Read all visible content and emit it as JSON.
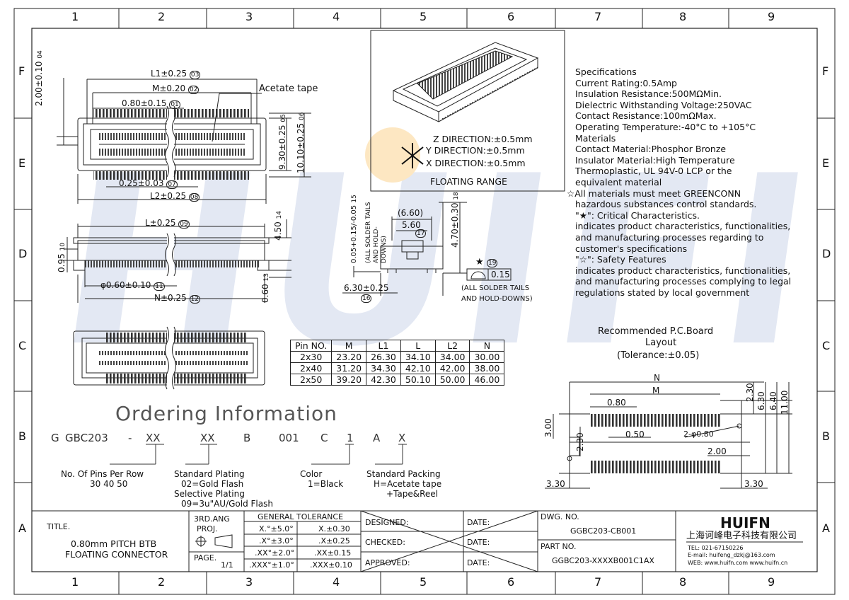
{
  "grid": {
    "columns": [
      "1",
      "2",
      "3",
      "4",
      "5",
      "6",
      "7",
      "8",
      "9"
    ],
    "rows": [
      "F",
      "E",
      "D",
      "C",
      "B",
      "A"
    ]
  },
  "dims": {
    "l1": "L1±0.25",
    "l1_tag": "03",
    "m": "M±0.20",
    "m_tag": "02",
    "pitch": "0.80±0.15",
    "pitch_tag": "01",
    "acetate": "Acetate tape",
    "h2": "2.00±0.10",
    "h2_tag": "04",
    "w930": "9.30±0.25",
    "w930_tag": "05",
    "w1010": "10.10±0.25",
    "w1010_tag": "06",
    "t025": "0.25±0.03",
    "t025_tag": "07",
    "l2": "L2±0.25",
    "l2_tag": "08",
    "l": "L±0.25",
    "l_tag": "09",
    "h450": "4.50",
    "h450_tag": "14",
    "h095": "0.95",
    "h095_tag": "10",
    "dia": "φ0.60±0.10",
    "dia_tag": "11",
    "n": "N±0.25",
    "n_tag": "12",
    "h060": "0.60",
    "h060_tag": "13",
    "s005": "0.05+0.15/-0.05",
    "s005_tag": "15",
    "tails": "(ALL SOLDER TAILS AND HOLD-DOWNS)",
    "s660": "(6.60)",
    "s560": "5.60",
    "s560_tag": "17",
    "s470": "4.70±0.30",
    "s470_tag": "18",
    "s630": "6.30±0.25",
    "s630_tag": "16",
    "flat_tag": "19",
    "flat_val": "0.15",
    "tails2a": "(ALL SOLDER TAILS",
    "tails2b": "AND HOLD-DOWNS)"
  },
  "floating": {
    "z": "Z DIRECTION:±0.5mm",
    "y": "Y DIRECTION:±0.5mm",
    "x": "X DIRECTION:±0.5mm",
    "caption": "FLOATING RANGE"
  },
  "specs": [
    "Specifications",
    "Current Rating:0.5Amp",
    "Insulation Resistance:500MΩMin.",
    "Dielectric Withstanding Voltage:250VAC",
    "Contact Resistance:100mΩMax.",
    "Operating Temperature:-40°C to +105°C",
    "Materials",
    "Contact Material:Phosphor Bronze",
    "Insulator Material:High Temperature",
    "Thermoplastic, UL 94V-0 LCP or the",
    "equivalent material",
    "☆All materials must meet GREENCONN",
    "hazardous substances control standards.",
    "\"★\": Critical Characteristics.",
    "indicates product characteristics, functionalities,",
    "and manufacturing processes regarding to",
    "customer's specifications",
    "\"☆\": Safety Features",
    "indicates product characteristics, functionalities,",
    "and manufacturing processes complying to legal",
    "regulations stated by local government"
  ],
  "pin_table": {
    "headers": [
      "Pin NO.",
      "M",
      "L1",
      "L",
      "L2",
      "N"
    ],
    "rows": [
      [
        "2x30",
        "23.20",
        "26.30",
        "34.10",
        "34.00",
        "30.00"
      ],
      [
        "2x40",
        "31.20",
        "34.30",
        "42.10",
        "42.00",
        "38.00"
      ],
      [
        "2x50",
        "39.20",
        "42.30",
        "50.10",
        "50.00",
        "46.00"
      ]
    ]
  },
  "pcb": {
    "title1": "Recommended P.C.Board",
    "title2": "Layout",
    "title3": "(Tolerance:±0.05)",
    "n": "N",
    "m": "M",
    "d080": "0.80",
    "d300": "3.00",
    "d230": "2.30",
    "d050": "0.50",
    "hole": "2-φ0.80",
    "d200": "2.00",
    "d330a": "3.30",
    "d330b": "3.30",
    "r230": "2.30",
    "r630": "6.30",
    "r640": "6.40",
    "r1100": "11.00"
  },
  "ordering": {
    "title": "Ordering Information",
    "code": [
      "G",
      "GBC203",
      "-",
      "XX",
      "XX",
      "B",
      "001",
      "C",
      "1",
      "A",
      "X"
    ],
    "pins_a": "No. Of Pins Per Row",
    "pins_b": "30 40 50",
    "plating_a": "Standard Plating",
    "plating_b": "02=Gold Flash",
    "plating_c": "Selective Plating",
    "plating_d": "09=3u\"AU/Gold Flash",
    "color_a": "Color",
    "color_b": "1=Black",
    "pack_a": "Standard Packing",
    "pack_b": "H=Acetate tape",
    "pack_c": "+Tape&Reel"
  },
  "title_block": {
    "title_label": "TITLE.",
    "title_1": "0.80mm PITCH BTB",
    "title_2": "FLOATING CONNECTOR",
    "proj_1": "3RD.ANG",
    "proj_2": "PROJ.",
    "page_label": "PAGE.",
    "page_val": "1/1",
    "tol_header": "GENERAL TOLERANCE",
    "tol": [
      [
        "X.°±5.0°",
        "X.±0.30"
      ],
      [
        ".X°±3.0°",
        ".X±0.25"
      ],
      [
        ".XX°±2.0°",
        ".XX±0.15"
      ],
      [
        ".XXX°±1.0°",
        ".XXX±0.10"
      ]
    ],
    "designed": "DESIGNED:",
    "checked": "CHECKED:",
    "approved": "APPROVED:",
    "date": "DATE:",
    "dwg_label": "DWG. NO.",
    "dwg_no": "GGBC203-CB001",
    "part_label": "PART NO.",
    "part_no": "GGBC203-XXXXB001C1AX",
    "logo": "HUIFN",
    "company": "上海诃峰电子科技有限公司",
    "tel": "TEL: 021-67150226",
    "email": "E-mail: huifeng_dzkj@163.com",
    "web": "WEB: www.huifn.com  www.huifn.cn"
  },
  "watermark": "HUIFN",
  "colors": {
    "watermark": "#dfe5f2",
    "accent_dot": "#fde7c2"
  }
}
